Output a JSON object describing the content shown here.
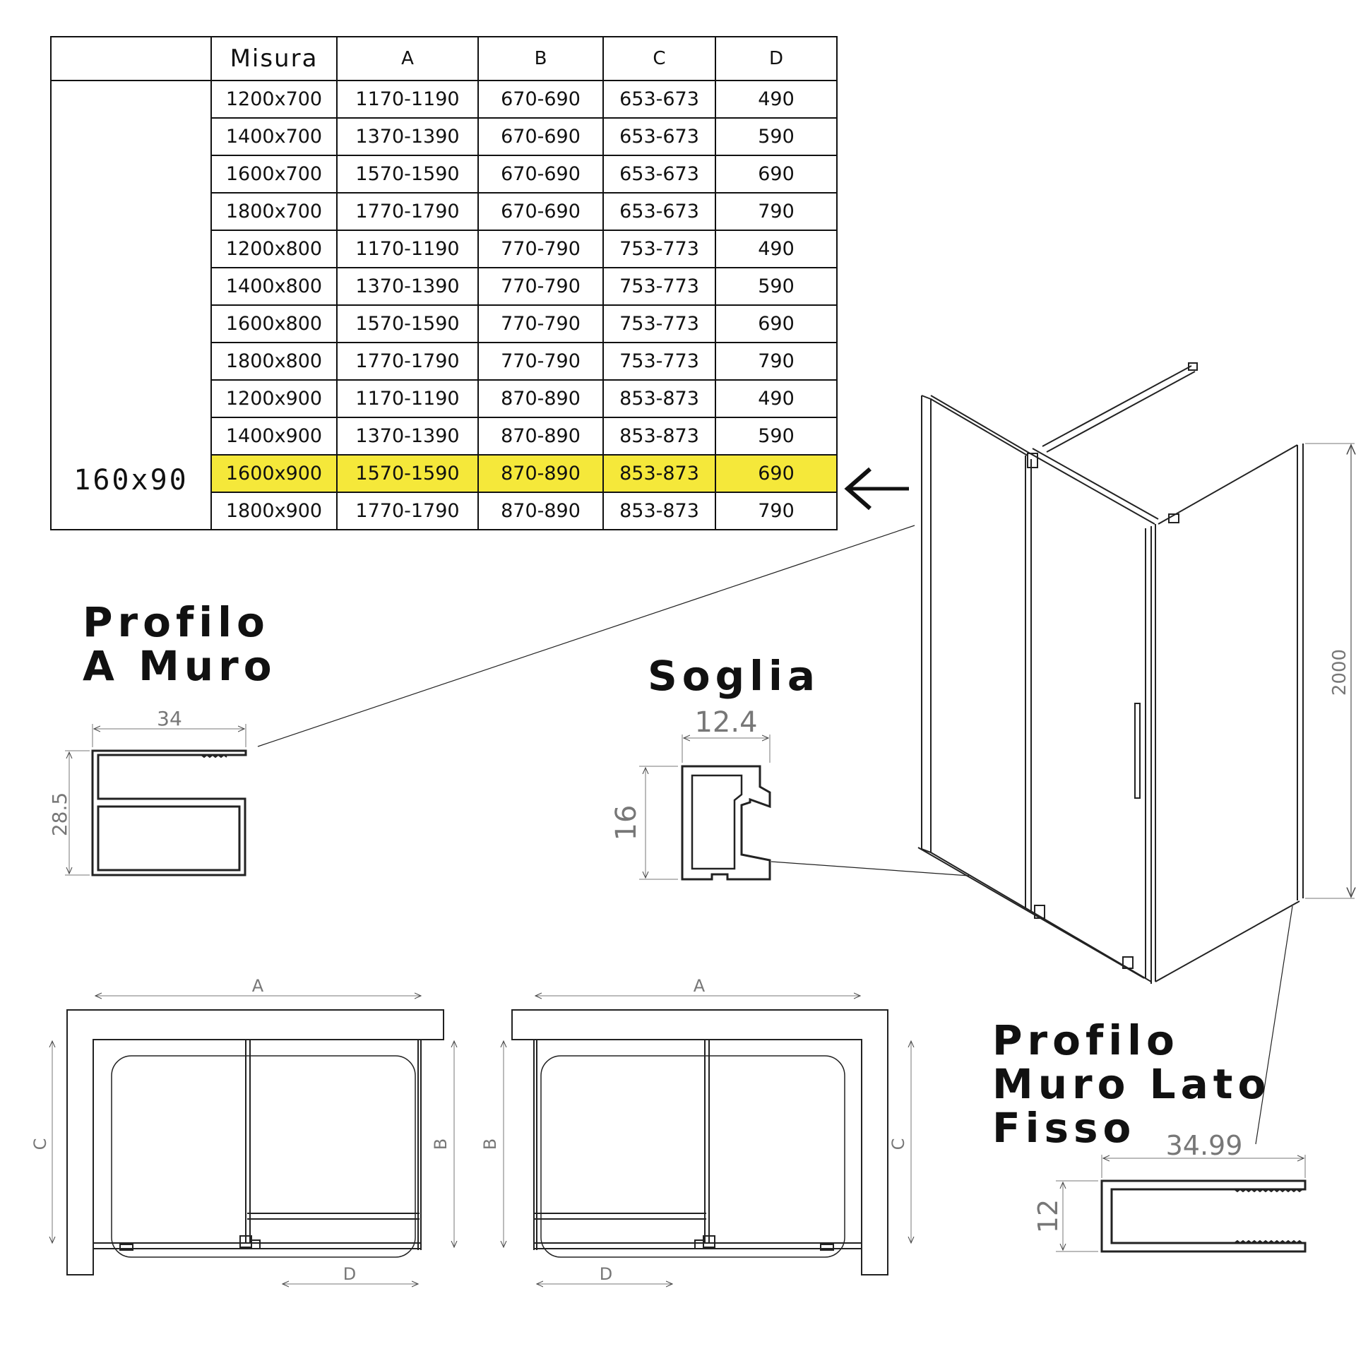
{
  "table": {
    "headers": [
      "",
      "Misura",
      "A",
      "B",
      "C",
      "D"
    ],
    "group_label": "160x90",
    "highlight_index": 10,
    "highlight_color": "#f5e83a",
    "rows": [
      [
        "1200x700",
        "1170-1190",
        "670-690",
        "653-673",
        "490"
      ],
      [
        "1400x700",
        "1370-1390",
        "670-690",
        "653-673",
        "590"
      ],
      [
        "1600x700",
        "1570-1590",
        "670-690",
        "653-673",
        "690"
      ],
      [
        "1800x700",
        "1770-1790",
        "670-690",
        "653-673",
        "790"
      ],
      [
        "1200x800",
        "1170-1190",
        "770-790",
        "753-773",
        "490"
      ],
      [
        "1400x800",
        "1370-1390",
        "770-790",
        "753-773",
        "590"
      ],
      [
        "1600x800",
        "1570-1590",
        "770-790",
        "753-773",
        "690"
      ],
      [
        "1800x800",
        "1770-1790",
        "770-790",
        "753-773",
        "790"
      ],
      [
        "1200x900",
        "1170-1190",
        "870-890",
        "853-873",
        "490"
      ],
      [
        "1400x900",
        "1370-1390",
        "870-890",
        "853-873",
        "590"
      ],
      [
        "1600x900",
        "1570-1590",
        "870-890",
        "853-873",
        "690"
      ],
      [
        "1800x900",
        "1770-1790",
        "870-890",
        "853-873",
        "790"
      ]
    ]
  },
  "sections": {
    "profilo_a_muro": {
      "title_line1": "Profilo",
      "title_line2": "A Muro",
      "dim_width": "34",
      "dim_height": "28.5"
    },
    "soglia": {
      "title": "Soglia",
      "dim_width": "12.4",
      "dim_height": "16"
    },
    "profilo_muro_lato_fisso": {
      "title_line1": "Profilo",
      "title_line2": "Muro Lato",
      "title_line3": "Fisso",
      "dim_width": "34.99",
      "dim_height": "12"
    }
  },
  "enclosure": {
    "height_label": "2000"
  },
  "plan_left": {
    "label_top": "A",
    "label_left": "C",
    "label_right": "B",
    "label_bottom": "D"
  },
  "plan_right": {
    "label_top": "A",
    "label_left": "B",
    "label_right": "C",
    "label_bottom": "D"
  }
}
